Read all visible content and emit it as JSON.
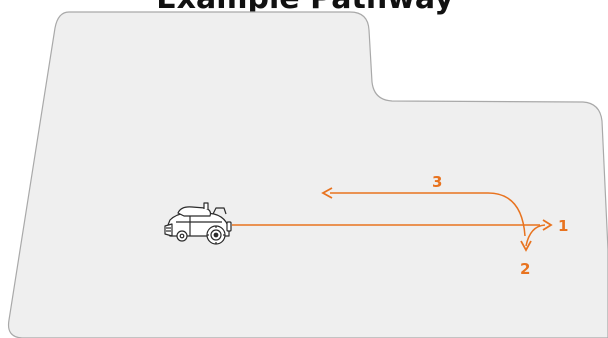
{
  "title_fragment": "Example Pathway",
  "colors": {
    "background": "#ffffff",
    "lawn_fill": "#efefef",
    "lawn_stroke": "#a9a9a9",
    "path": "#e8731f",
    "title": "#111111",
    "mower_body": "#ffffff",
    "mower_outline": "#2b2b2b"
  },
  "steps": [
    {
      "label": "1"
    },
    {
      "label": "2"
    },
    {
      "label": "3"
    }
  ],
  "icons": {
    "mower": "robot-lawn-mower-icon"
  }
}
